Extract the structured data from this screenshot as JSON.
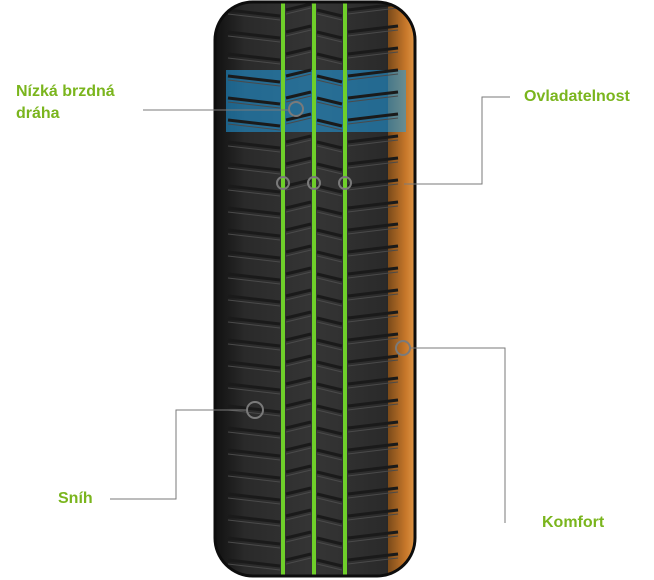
{
  "labels": {
    "braking_line1": "Nízká brzdná",
    "braking_line2": "dráha",
    "handling": "Ovladatelnost",
    "snow": "Sníh",
    "comfort": "Komfort"
  },
  "colors": {
    "label_green": "#7ab51d",
    "groove_green": "#6fcf2a",
    "braking_zone_blue": "#1f9fe6",
    "sidewall_orange": "#c8782a",
    "tread_dark": "#2c2c2c",
    "leader_line": "#7a7a7a"
  }
}
